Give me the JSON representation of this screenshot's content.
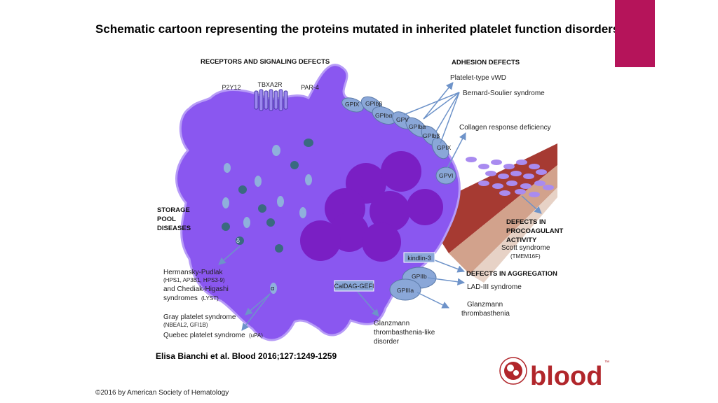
{
  "title": "Schematic cartoon representing the proteins mutated in inherited platelet function disorders.",
  "citation": "Elisa Bianchi et al. Blood 2016;127:1249-1259",
  "copyright": "©2016 by American Society of Hematology",
  "logo": {
    "word": "blood",
    "tm": "™"
  },
  "colors": {
    "accent": "#b5145a",
    "platelet": "#8a57f0",
    "granule": "#5b2d8e",
    "receptor": "#8aa7d8",
    "vessel": "#a63a32",
    "logo": "#b1262b"
  },
  "headings": {
    "receptors": "RECEPTORS AND SIGNALING DEFECTS",
    "adhesion": "ADHESION DEFECTS",
    "storage": [
      "STORAGE",
      "POOL",
      "DISEASES"
    ],
    "procoag": [
      "DEFECTS IN",
      "PROCOAGULANT",
      "ACTIVITY"
    ],
    "aggregation": "DEFECTS IN AGGREGATION"
  },
  "receptors": {
    "p2y12": "P2Y12",
    "tbxa2r": "TBXA2R",
    "par4": "PAR-4"
  },
  "gp": {
    "gpix1": "GPIX",
    "gpibb1": "GPIbβ",
    "gpiba1": "GPIbα",
    "gpv": "GPV",
    "gpiba2": "GPIbα",
    "gpibb2": "GPIbβ",
    "gpix2": "GPIX",
    "gpvi": "GPVI",
    "gpiib": "GPIIb",
    "gpiiia": "GPIIIa"
  },
  "boxes": {
    "kindlin": "kindlin-3",
    "caldag": "CalDAG-GEFI"
  },
  "granules": {
    "delta": "δ",
    "alpha": "α"
  },
  "adhesion": {
    "vwd": "Platelet-type vWD",
    "bss": "Bernard-Soulier syndrome",
    "collagen": "Collagen response deficiency"
  },
  "procoag": {
    "scott": "Scott syndrome",
    "gene": "(TMEM16F)"
  },
  "aggregation": {
    "lad": "LAD-III syndrome",
    "gt1": "Glanzmann",
    "gt2": "thrombasthenia"
  },
  "caldag_disease": [
    "Glanzmann",
    "thrombasthenia-like",
    "disorder"
  ],
  "storage_list": {
    "hp": "Hermansky-Pudlak",
    "hp_genes": "(HPS1, AP3B1, HPS3-9)",
    "ch": "and Chediak-Higashi",
    "ch_syn": "syndromes",
    "ch_gene": "(LYST)",
    "gray": "Gray platelet syndrome",
    "gray_genes": "(NBEAL2, GFI1B)",
    "quebec": "Quebec platelet syndrome",
    "quebec_gene": "(uPA)"
  }
}
